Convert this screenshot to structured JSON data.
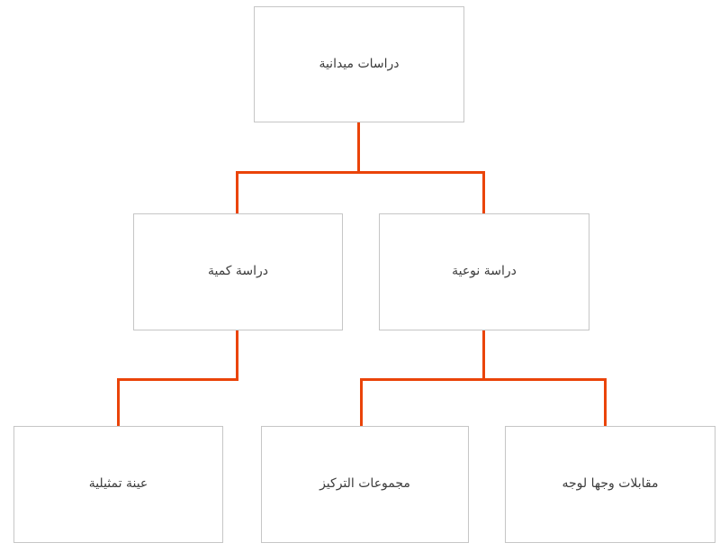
{
  "diagram": {
    "type": "org-chart",
    "direction": "rtl",
    "language": "ar",
    "title_text": "دراسات ميدانية",
    "colors": {
      "connector": "#EA4409",
      "box_border": "#c6c6c6",
      "box_fill": "#ffffff",
      "text": "#3c3c3c",
      "background": "#ffffff"
    },
    "nodes": {
      "root": {
        "label": "دراسات ميدانية"
      },
      "level2": [
        {
          "label": "دراسة كمية"
        },
        {
          "label": "دراسة نوعية"
        }
      ],
      "level3": [
        {
          "label": "عينة تمثيلية"
        },
        {
          "label": "مجموعات التركيز"
        },
        {
          "label": "مقابلات وجها لوجه"
        }
      ]
    }
  }
}
